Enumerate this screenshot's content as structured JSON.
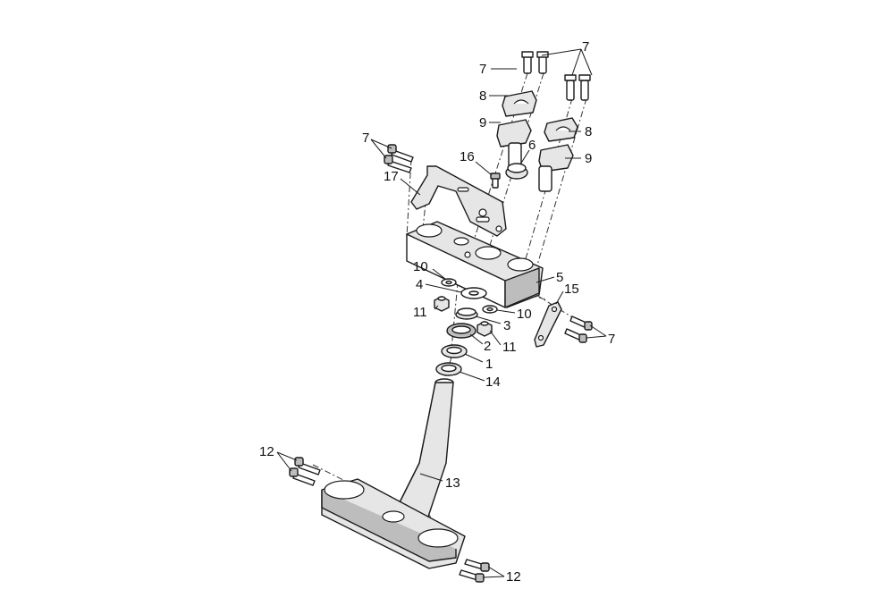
{
  "diagram": {
    "callouts": {
      "c1": "1",
      "c2": "2",
      "c3": "3",
      "c4": "4",
      "c5": "5",
      "c6": "6",
      "c7a": "7",
      "c7b": "7",
      "c7c": "7",
      "c7d": "7",
      "c8a": "8",
      "c8b": "8",
      "c9a": "9",
      "c9b": "9",
      "c10a": "10",
      "c10b": "10",
      "c11a": "11",
      "c11b": "11",
      "c12a": "12",
      "c12b": "12",
      "c13": "13",
      "c14": "14",
      "c15": "15",
      "c16": "16",
      "c17": "17"
    }
  }
}
